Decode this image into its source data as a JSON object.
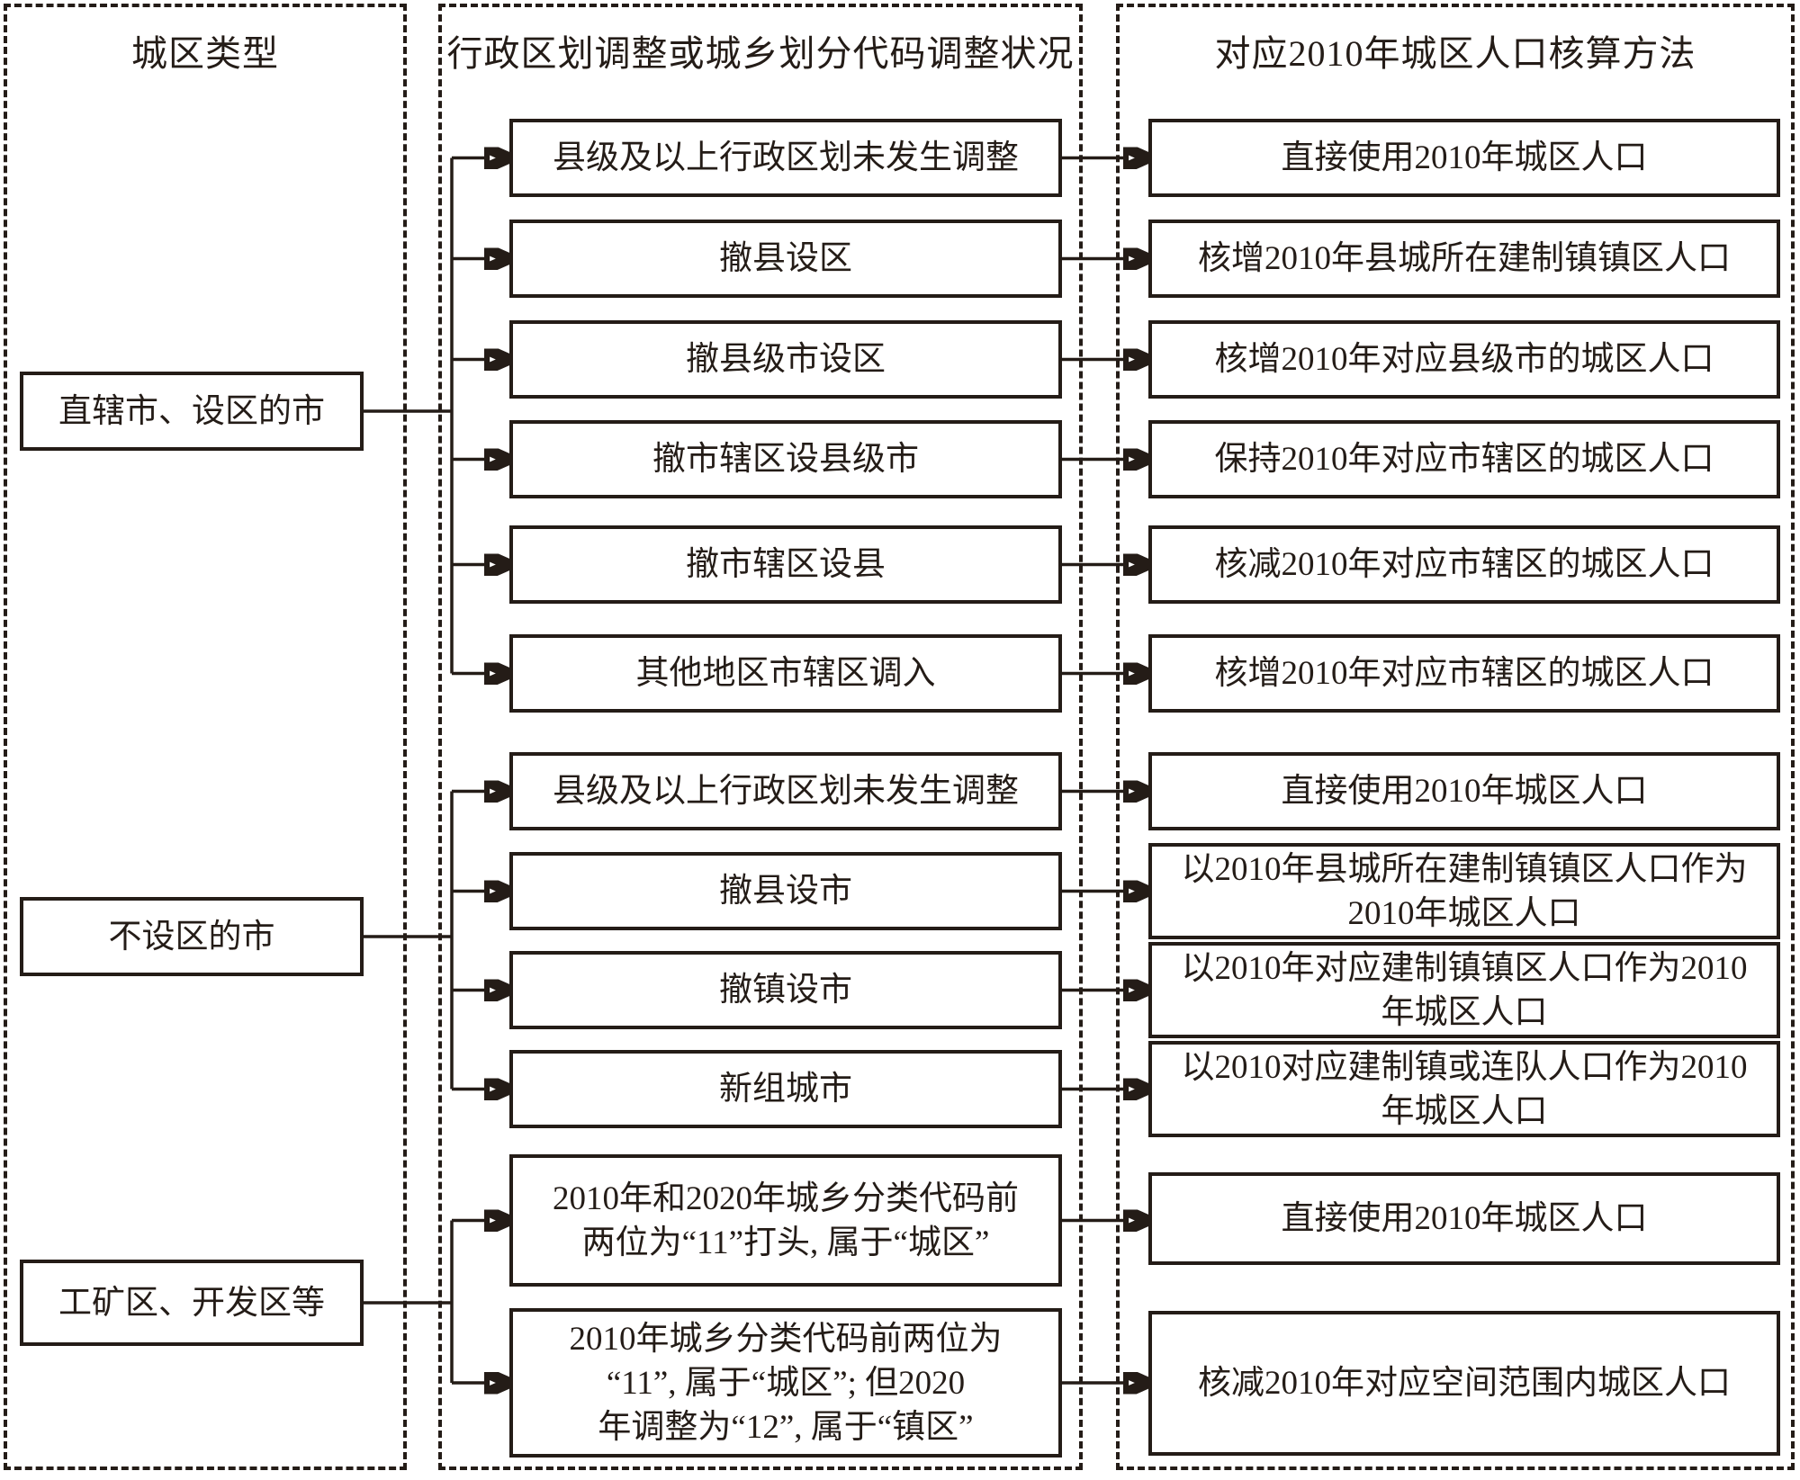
{
  "columns": [
    {
      "header": "城区类型",
      "boxes": [
        {
          "label": "直辖市、设区的市"
        },
        {
          "label": "不设区的市"
        },
        {
          "label": "工矿区、开发区等"
        }
      ]
    },
    {
      "header": "行政区划调整或城乡划分代码调整状况",
      "boxes": [
        {
          "label": "县级及以上行政区划未发生调整"
        },
        {
          "label": "撤县设区"
        },
        {
          "label": "撤县级市设区"
        },
        {
          "label": "撤市辖区设县级市"
        },
        {
          "label": "撤市辖区设县"
        },
        {
          "label": "其他地区市辖区调入"
        },
        {
          "label": "县级及以上行政区划未发生调整"
        },
        {
          "label": "撤县设市"
        },
        {
          "label": "撤镇设市"
        },
        {
          "label": "新组城市"
        },
        {
          "label": "2010年和2020年城乡分类代码前\n两位为“11”打头, 属于“城区”"
        },
        {
          "label": "2010年城乡分类代码前两位为\n“11”, 属于“城区”; 但2020\n年调整为“12”, 属于“镇区”"
        }
      ]
    },
    {
      "header": "对应2010年城区人口核算方法",
      "boxes": [
        {
          "label": "直接使用2010年城区人口"
        },
        {
          "label": "核增2010年县城所在建制镇镇区人口"
        },
        {
          "label": "核增2010年对应县级市的城区人口"
        },
        {
          "label": "保持2010年对应市辖区的城区人口"
        },
        {
          "label": "核减2010年对应市辖区的城区人口"
        },
        {
          "label": "核增2010年对应市辖区的城区人口"
        },
        {
          "label": "直接使用2010年城区人口"
        },
        {
          "label": "以2010年县城所在建制镇镇区人口作为\n2010年城区人口"
        },
        {
          "label": "以2010年对应建制镇镇区人口作为2010\n年城区人口"
        },
        {
          "label": "以2010对应建制镇或连队人口作为2010\n年城区人口"
        },
        {
          "label": "直接使用2010年城区人口"
        },
        {
          "label": "核减2010年对应空间范围内城区人口"
        }
      ]
    }
  ],
  "colors": {
    "ink": "#241c17",
    "background": "#ffffff"
  }
}
